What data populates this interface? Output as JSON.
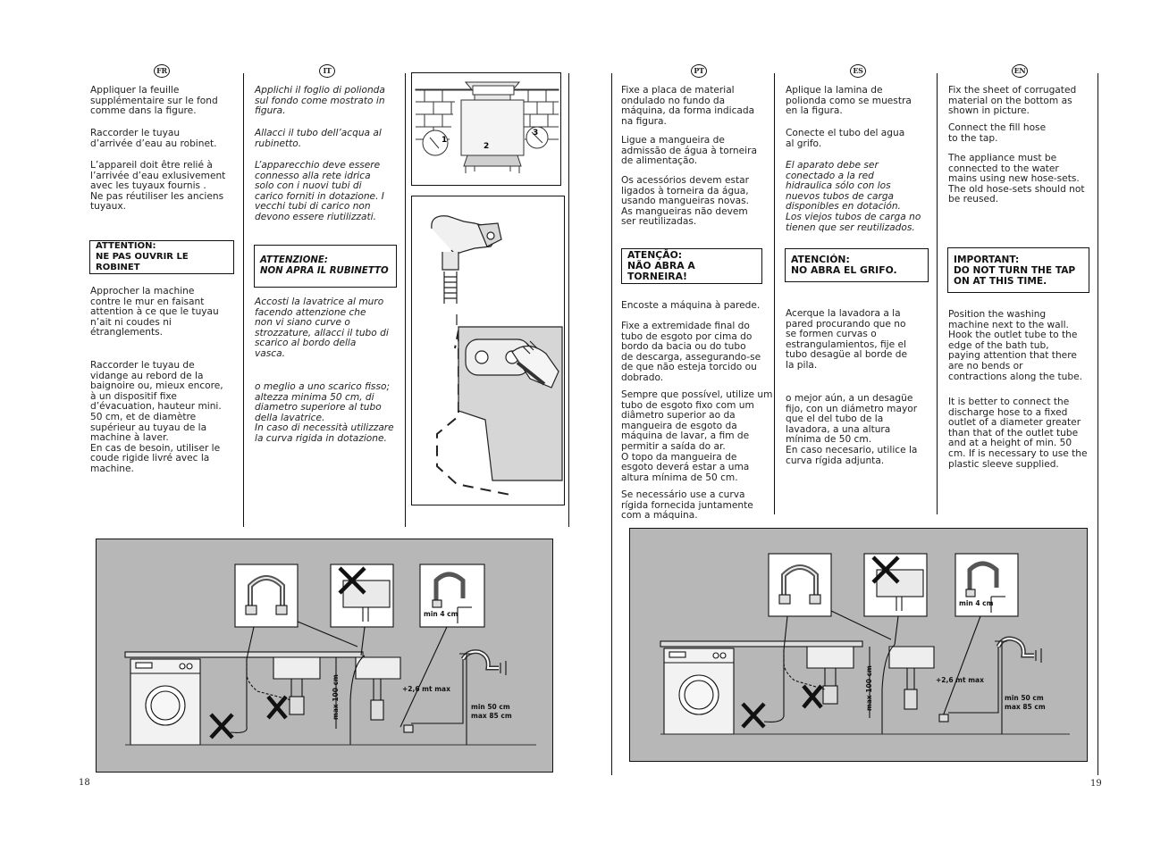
{
  "left_page": {
    "page_number": "18",
    "fr": {
      "badge": "FR",
      "p1": "Appliquer la feuille\nsupplémentaire sur le fond\ncomme dans la figure.",
      "p2": "Raccorder le tuyau\nd’arrivée d’eau au robinet.",
      "p3": "L’appareil doit être relié à\nl’arrivée d’eau exlusivement\navec les tuyaux fournis .\nNe pas réutiliser  les anciens\ntuyaux.",
      "warning": "ATTENTION:\nNE PAS OUVRIR LE ROBINET",
      "p4": "Approcher la machine\ncontre le mur en faisant\nattention à ce que le tuyau\nn’ait ni coudes ni\nétranglements.",
      "p5": "Raccorder le tuyau de\nvidange au rebord de la\nbaignoire ou, mieux encore,\nà un dispositif fixe\nd’évacuation, hauteur mini.\n50 cm, et de diamètre\nsupérieur au tuyau de la\nmachine à laver.\nEn cas de besoin, utiliser le\ncoude rigide livré avec la\nmachine."
    },
    "it": {
      "badge": "IT",
      "p1": "Applichi il foglio di polionda\nsul fondo come mostrato in\nfigura.",
      "p2": "Allacci il tubo dell’acqua al\nrubinetto.",
      "p3": "L’apparecchio deve essere\nconnesso alla rete idrica\nsolo con i nuovi tubi di\ncarico forniti in dotazione. I\nvecchi tubi di carico non\ndevono essere riutilizzati.",
      "warning": "ATTENZIONE:\nNON APRA IL RUBINETTO",
      "p4": "Accosti la lavatrice al muro\nfacendo attenzione che\nnon vi siano curve o\nstrozzature, allacci il tubo di\nscarico al bordo della\nvasca.",
      "p5": "o meglio a uno scarico fisso;\naltezza minima 50 cm, di\ndiametro superiore al tubo\ndella lavatrice.\nIn caso di necessità utilizzare\nla curva rigida in dotazione."
    },
    "figure_top": {
      "labels": [
        "1",
        "2",
        "3"
      ]
    },
    "diagram": {
      "min_4": "min 4 cm",
      "max100": "max 100 cm",
      "mt_max": "+2,6 mt max",
      "min50": "min 50 cm",
      "max85": "max 85 cm"
    }
  },
  "right_page": {
    "page_number": "19",
    "pt": {
      "badge": "PT",
      "p1": "Fixe a placa de material\nondulado no fundo da\nmáquina, da forma indicada\nna figura.",
      "p2": "Ligue a mangueira de\nadmissão de água à torneira\nde alimentação.",
      "p3": "Os acessórios devem estar\nligados à torneira da água,\nusando mangueiras novas.\nAs mangueiras não devem\nser reutilizadas.",
      "warning": "ATENÇÃO:\nNÃO ABRA A TORNEIRA!",
      "p4": "Encoste a máquina à parede.",
      "p5": "Fixe a extremidade final do\ntubo de esgoto por cima do\nbordo da bacia ou do tubo\nde descarga, assegurando-se\nde que não esteja torcido ou\ndobrado.",
      "p6": "Sempre que possível, utilize um\ntubo de esgoto fixo com um\ndiâmetro superior ao da\nmangueira de esgoto da\nmáquina de lavar, a fim de\npermitir a saída do ar.\nO topo da mangueira de\nesgoto deverá estar a uma\naltura mínima de 50 cm.",
      "p7": "Se necessário use a curva\nrígida fornecida juntamente\ncom a máquina."
    },
    "es": {
      "badge": "ES",
      "p1": "Aplique la lamina de\npolionda como se muestra\nen la figura.",
      "p2": "Conecte el tubo del agua\nal grifo.",
      "p3": "El aparato debe ser\nconectado a la red\nhidraulica sólo con los\nnuevos tubos de carga\ndisponibles en dotación.\nLos viejos tubos de carga no\ntienen que ser reutilizados.",
      "warning": "ATENCIÓN:\nNO ABRA EL GRIFO.",
      "p4": "Acerque la lavadora a la\npared procurando que no\nse formen curvas o\nestrangulamientos, fije el\ntubo desagüe al borde de\nla pila.",
      "p5": "o mejor aún, a un desagüe\nfijo, con un diámetro mayor\nque el del tubo de la\nlavadora, a una altura\nmínima de 50 cm.\nEn caso necesario, utilice la\ncurva rígida adjunta."
    },
    "en": {
      "badge": "EN",
      "p1": "Fix the sheet of corrugated\nmaterial on the bottom as\nshown in picture.",
      "p2": "Connect the fill hose\nto the tap.",
      "p3": "The appliance must be\nconnected to the water\nmains using new hose-sets.\nThe old hose-sets should not\nbe reused.",
      "warning": "IMPORTANT:\nDO NOT TURN THE TAP\nON AT THIS TIME.",
      "p4": "Position the washing\nmachine next to the wall.\nHook the outlet tube to the\nedge of the bath tub,\npaying attention that there\nare no bends or\ncontractions along the tube.",
      "p5": "It is better to connect the\ndischarge hose to a fixed\noutlet of a diameter greater\nthan that of the outlet tube\nand at a height of min. 50\ncm. If is necessary to use the\nplastic sleeve supplied."
    },
    "diagram": {
      "min_4": "min 4 cm",
      "max100": "max 100 cm",
      "mt_max": "+2,6 mt max",
      "min50": "min 50 cm",
      "max85": "max 85 cm"
    }
  }
}
